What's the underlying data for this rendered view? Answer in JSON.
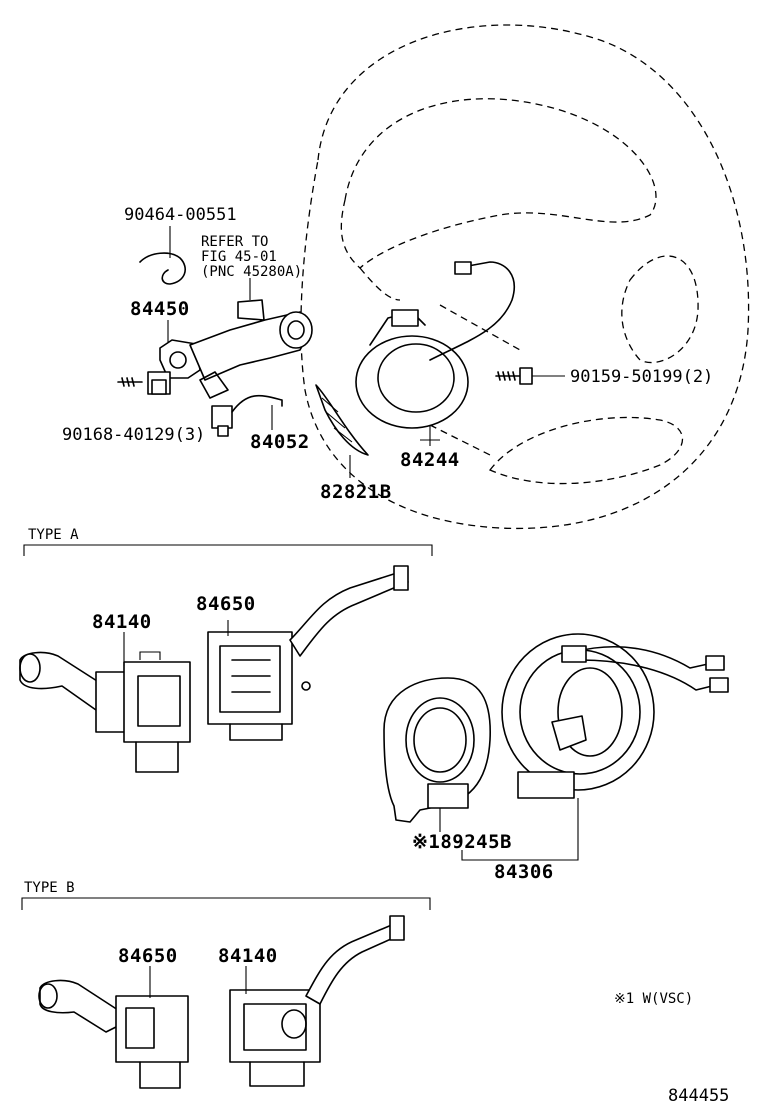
{
  "labels": {
    "p90464": "90464-00551",
    "refer_line1": "REFER TO",
    "refer_line2": "FIG 45-01",
    "refer_line3": "(PNC 45280A)",
    "p84450": "84450",
    "p90168": "90168-40129(3)",
    "p84052": "84052",
    "p82821b": "82821B",
    "p84244": "84244",
    "p90159": "90159-50199(2)",
    "type_a": "TYPE A",
    "a_84140": "84140",
    "a_84650": "84650",
    "p89245b": "※189245B",
    "p84306": "84306",
    "type_b": "TYPE B",
    "b_84650": "84650",
    "b_84140": "84140",
    "note": "※1 W(VSC)",
    "fig_no": "844455"
  }
}
